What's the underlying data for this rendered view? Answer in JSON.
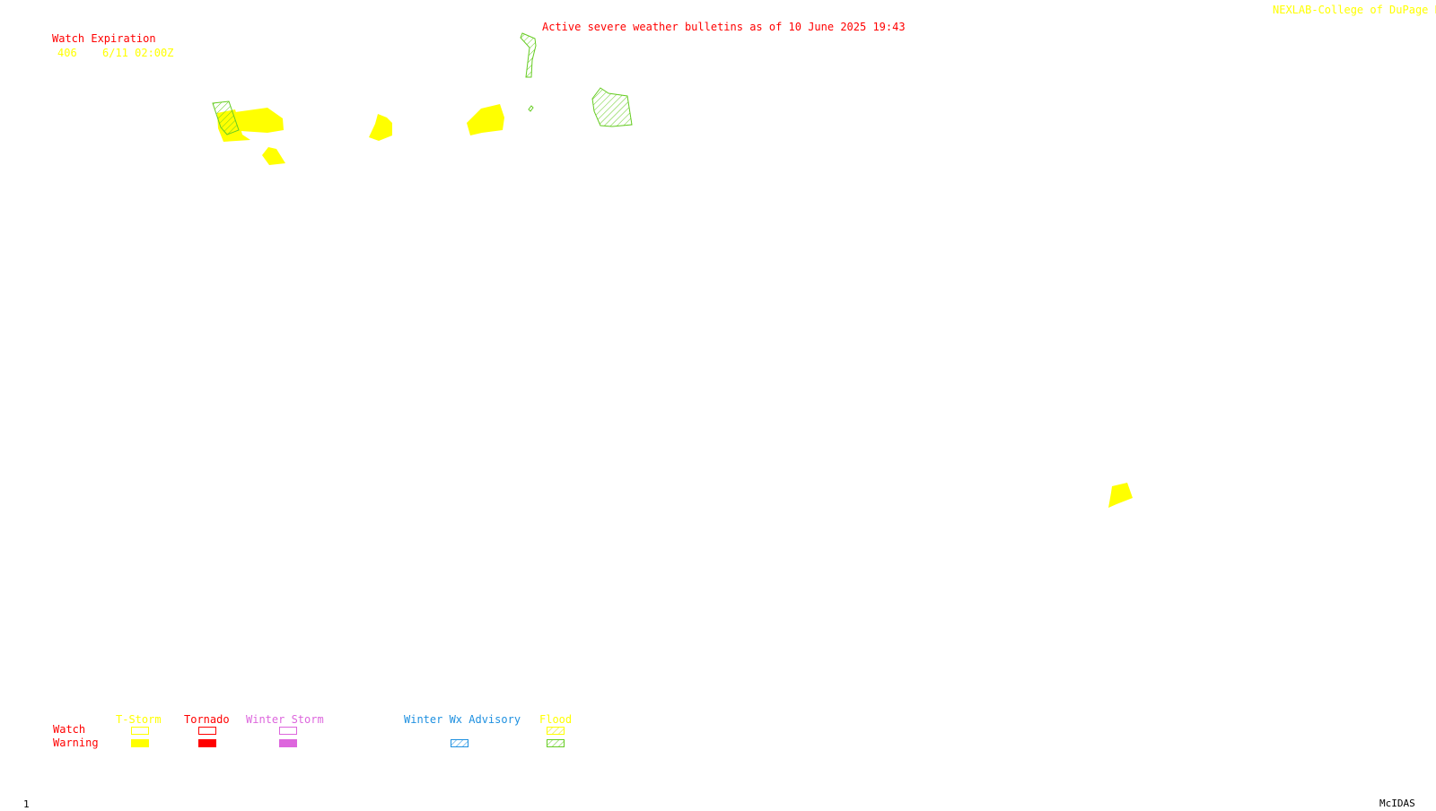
{
  "header": {
    "title": "Active severe weather bulletins as of 10 June 2025 19:43",
    "credit": "NEXLAB-College of DuPage R"
  },
  "watch_expiration": {
    "heading": "Watch Expiration",
    "items": [
      {
        "number": "406",
        "expires": "6/11 02:00Z"
      }
    ]
  },
  "legend": {
    "row_watch": "Watch",
    "row_warning": "Warning",
    "categories": [
      {
        "key": "tstorm",
        "label": "T-Storm",
        "color": "#ffff00",
        "watch": "outline",
        "warning": "solid"
      },
      {
        "key": "tornado",
        "label": "Tornado",
        "color": "#ff0000",
        "watch": "outline",
        "warning": "solid"
      },
      {
        "key": "winter_storm",
        "label": "Winter Storm",
        "color": "#dd66dd",
        "watch": "outline",
        "warning": "solid"
      },
      {
        "key": "winter_wx_advisory",
        "label": "Winter Wx Advisory",
        "color": "#1e90e0",
        "warning": "hatched"
      },
      {
        "key": "flood",
        "label": "Flood",
        "color": "#ffff00",
        "hatch_color": "#66cc22",
        "watch": "hatched",
        "warning": "hatched"
      }
    ]
  },
  "map": {
    "colors": {
      "tstorm_warning": "#ffff00",
      "flood_warning": "#66cc22"
    }
  },
  "footer": {
    "frame_number": "1",
    "software": "McIDAS"
  }
}
